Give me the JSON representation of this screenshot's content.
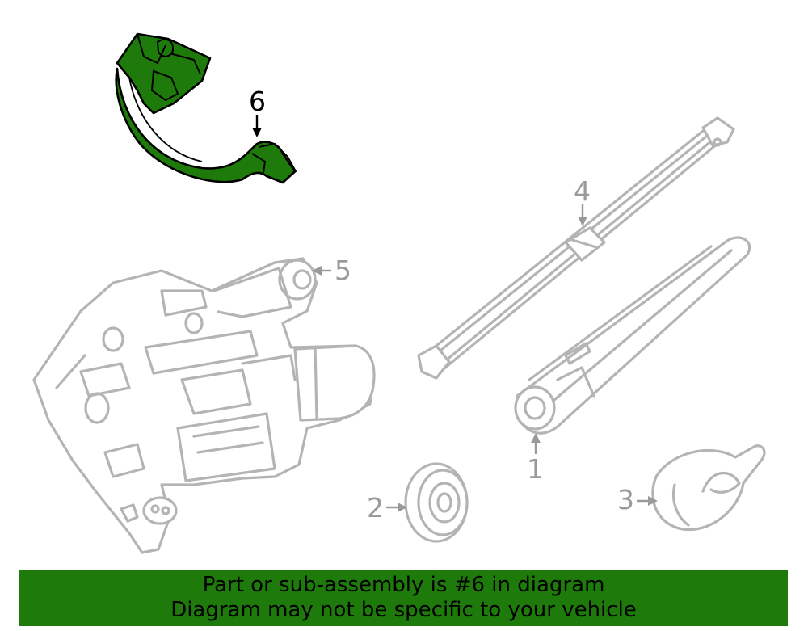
{
  "callouts": {
    "c1": "1",
    "c2": "2",
    "c3": "3",
    "c4": "4",
    "c5": "5",
    "c6": "6"
  },
  "highlight_color": "#1e7b0b",
  "banner": {
    "line1": "Part or sub-assembly is #6 in diagram",
    "line2": "Diagram may not be specific to your vehicle"
  }
}
